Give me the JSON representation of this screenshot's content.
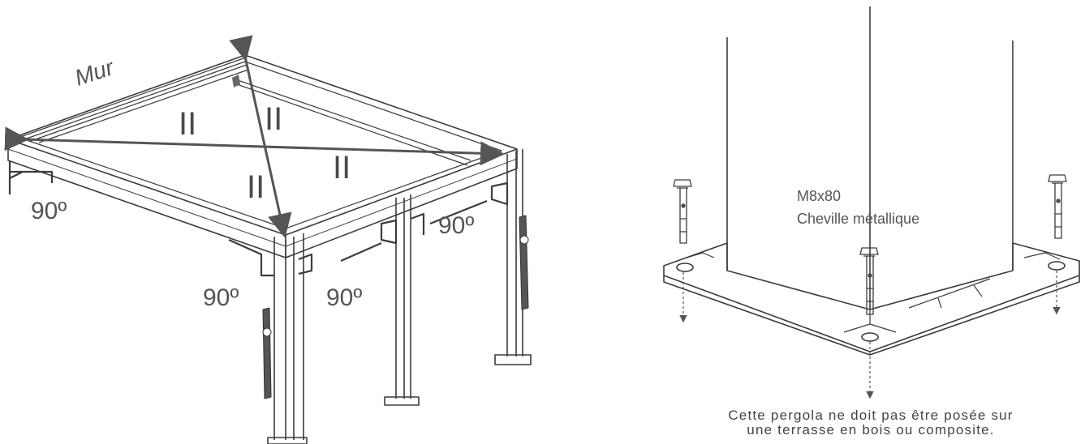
{
  "pergola": {
    "wall_label": "Mur",
    "angles": [
      "90º",
      "90º",
      "90º",
      "90º"
    ],
    "parallel_marks": [
      "II",
      "II",
      "II",
      "II"
    ]
  },
  "anchor": {
    "spec": "M8x80",
    "name": "Cheville métallique"
  },
  "caption": {
    "line1": "Cette pergola ne doit pas être posée sur",
    "line2": "une terrasse en bois ou composite."
  },
  "colors": {
    "line": "#3c3c3c",
    "text": "#555555",
    "bracket": "#4a4a4a"
  }
}
